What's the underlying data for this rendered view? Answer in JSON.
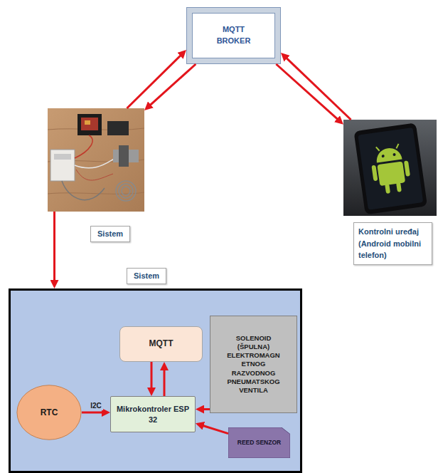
{
  "diagram": {
    "nodes": [
      {
        "text": [
          "MQTT BROKER"
        ]
      },
      {
        "text": [
          "Sistem"
        ]
      },
      {
        "text": [
          "Kontrolni uređaj (Android mobilni telefon)"
        ]
      },
      {
        "text": [
          "Sistem"
        ]
      },
      {
        "text": [
          "MQTT"
        ],
        "in": 3
      },
      {
        "text": [
          "RTC"
        ],
        "in": 3
      },
      {
        "text": [
          "Mikrokontroler ESP 32"
        ],
        "in": 3
      },
      {
        "text": [
          "SOLENOID (ŠPULNA) ELEKTROMAGN ETNOG RAZVODNOG PNEUMATSKOG VENTILA"
        ],
        "in": 3
      },
      {
        "text": [
          "REED SENZOR"
        ],
        "in": 3
      }
    ],
    "edges": [
      {
        "from": 1,
        "to": 0,
        "arrow": "to"
      },
      {
        "from": 0,
        "to": 1,
        "arrow": "to"
      },
      {
        "from": 2,
        "to": 0,
        "arrow": "to"
      },
      {
        "from": 0,
        "to": 2,
        "arrow": "to"
      },
      {
        "from": 1,
        "to": 3,
        "arrow": "to"
      },
      {
        "from": 4,
        "to": 6,
        "arrow": "to"
      },
      {
        "from": 6,
        "to": 4,
        "arrow": "to"
      },
      {
        "from": 5,
        "to": 6,
        "arrow": "to",
        "label": "I2C"
      },
      {
        "from": 7,
        "to": 6,
        "arrow": "to"
      },
      {
        "from": 8,
        "to": 6,
        "arrow": "to"
      }
    ]
  }
}
